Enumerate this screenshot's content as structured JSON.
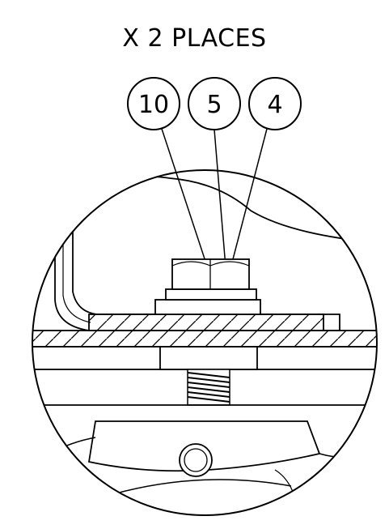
{
  "detail": {
    "note": "X 2 PLACES",
    "balloons": [
      {
        "label": "10"
      },
      {
        "label": "5"
      },
      {
        "label": "4"
      }
    ]
  }
}
